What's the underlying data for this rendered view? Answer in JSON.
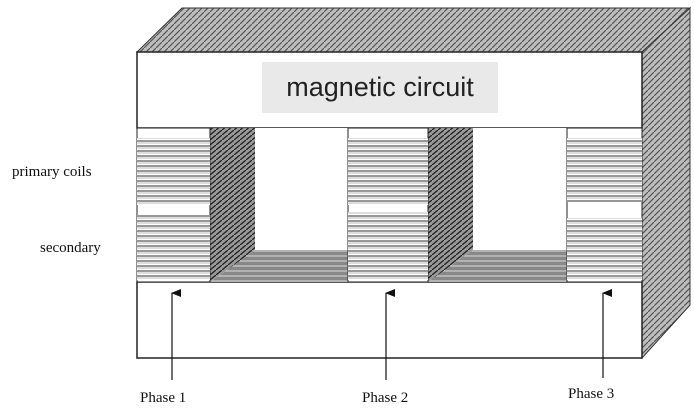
{
  "diagram": {
    "core_label": "magnetic circuit",
    "primary_label": "primary coils",
    "secondary_label": "secondary",
    "phases": [
      "Phase 1",
      "Phase 2",
      "Phase 3"
    ]
  }
}
